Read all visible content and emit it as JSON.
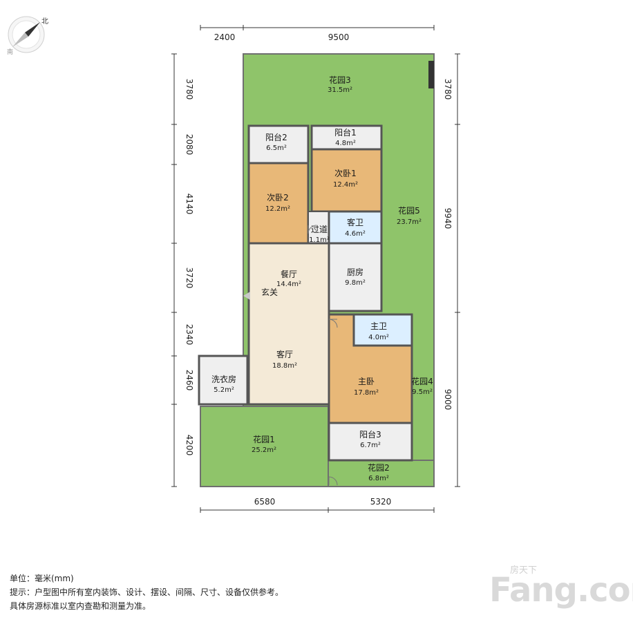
{
  "compass": {
    "north": "北",
    "south": "南"
  },
  "rooms": {
    "garden3": {
      "name": "花园3",
      "area": "31.5m²"
    },
    "balcony2": {
      "name": "阳台2",
      "area": "6.5m²"
    },
    "balcony1": {
      "name": "阳台1",
      "area": "4.8m²"
    },
    "bedroom1": {
      "name": "次卧1",
      "area": "12.4m²"
    },
    "bedroom2": {
      "name": "次卧2",
      "area": "12.2m²"
    },
    "hallway": {
      "name": "过道",
      "area": "1.1m²"
    },
    "guestbath": {
      "name": "客卫",
      "area": "4.6m²"
    },
    "garden5": {
      "name": "花园5",
      "area": "23.7m²"
    },
    "dining": {
      "name": "餐厅",
      "area": "14.4m²"
    },
    "entry": {
      "name": "玄关"
    },
    "kitchen": {
      "name": "厨房",
      "area": "9.8m²"
    },
    "masterbath": {
      "name": "主卫",
      "area": "4.0m²"
    },
    "living": {
      "name": "客厅",
      "area": "18.8m²"
    },
    "laundry": {
      "name": "洗衣房",
      "area": "5.2m²"
    },
    "master": {
      "name": "主卧",
      "area": "17.8m²"
    },
    "garden4": {
      "name": "花园4",
      "area": "9.5m²"
    },
    "balcony3": {
      "name": "阳台3",
      "area": "6.7m²"
    },
    "garden1": {
      "name": "花园1",
      "area": "25.2m²"
    },
    "garden2": {
      "name": "花园2",
      "area": "6.8m²"
    }
  },
  "dimensions": {
    "top": [
      "2400",
      "9500"
    ],
    "bottom": [
      "6580",
      "5320"
    ],
    "left": [
      "3780",
      "2080",
      "4140",
      "3720",
      "2340",
      "2460",
      "4200"
    ],
    "right": [
      "3780",
      "9940",
      "9000"
    ]
  },
  "footer": {
    "line1": "单位：毫米(mm)",
    "line2": "提示：户型图中所有室内装饰、设计、摆设、间隔、尺寸、设备仅供参考。",
    "line3": "具体房源标准以室内查勘和测量为准。"
  },
  "logo": {
    "text": "Fang.com",
    "small": "房天下"
  },
  "colors": {
    "garden": "#8fc46a",
    "bedroom": "#e8b878",
    "living": "#f4ead7",
    "utility": "#efefef",
    "bath": "#dcefff",
    "wall": "#555555"
  }
}
